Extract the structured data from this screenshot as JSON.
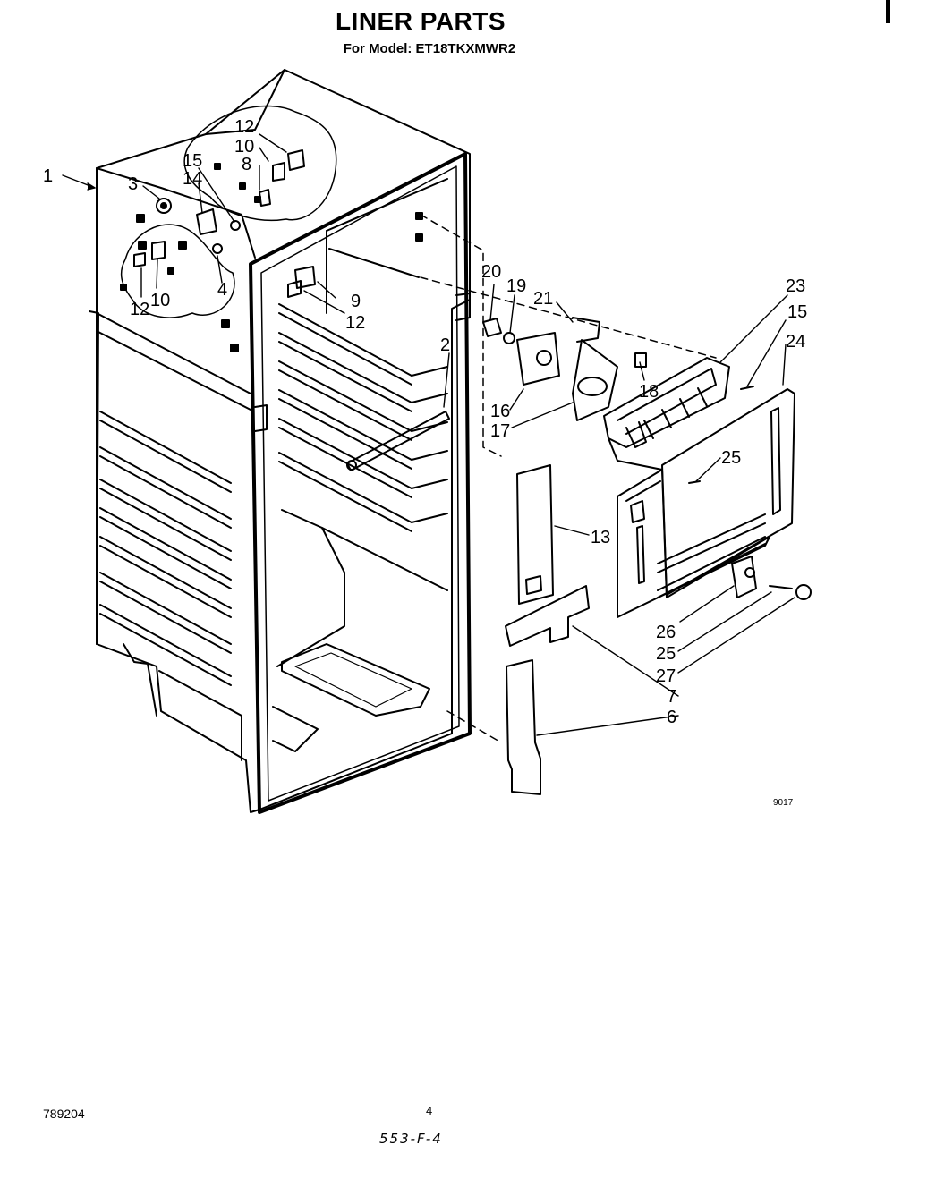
{
  "header": {
    "title": "LINER PARTS",
    "subtitle": "For Model: ET18TKXMWR2"
  },
  "diagram": {
    "callouts": [
      "1",
      "2",
      "3",
      "4",
      "6",
      "7",
      "8",
      "9",
      "10",
      "10",
      "12",
      "12",
      "12",
      "13",
      "14",
      "15",
      "15",
      "16",
      "17",
      "18",
      "19",
      "20",
      "21",
      "23",
      "24",
      "25",
      "25",
      "26",
      "27"
    ],
    "figure_code": "9017"
  },
  "footer": {
    "doc_number": "789204",
    "page_number": "4",
    "handwritten_note": "553-F-4"
  }
}
